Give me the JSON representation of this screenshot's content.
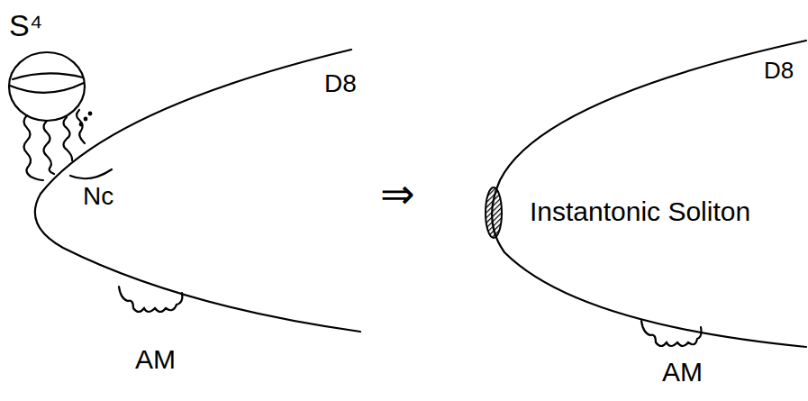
{
  "diagram": {
    "labels": [
      "S⁴",
      "D8",
      "Nc",
      "AM",
      "⇒",
      "D8",
      "Instantonic Soliton",
      "AM"
    ]
  }
}
